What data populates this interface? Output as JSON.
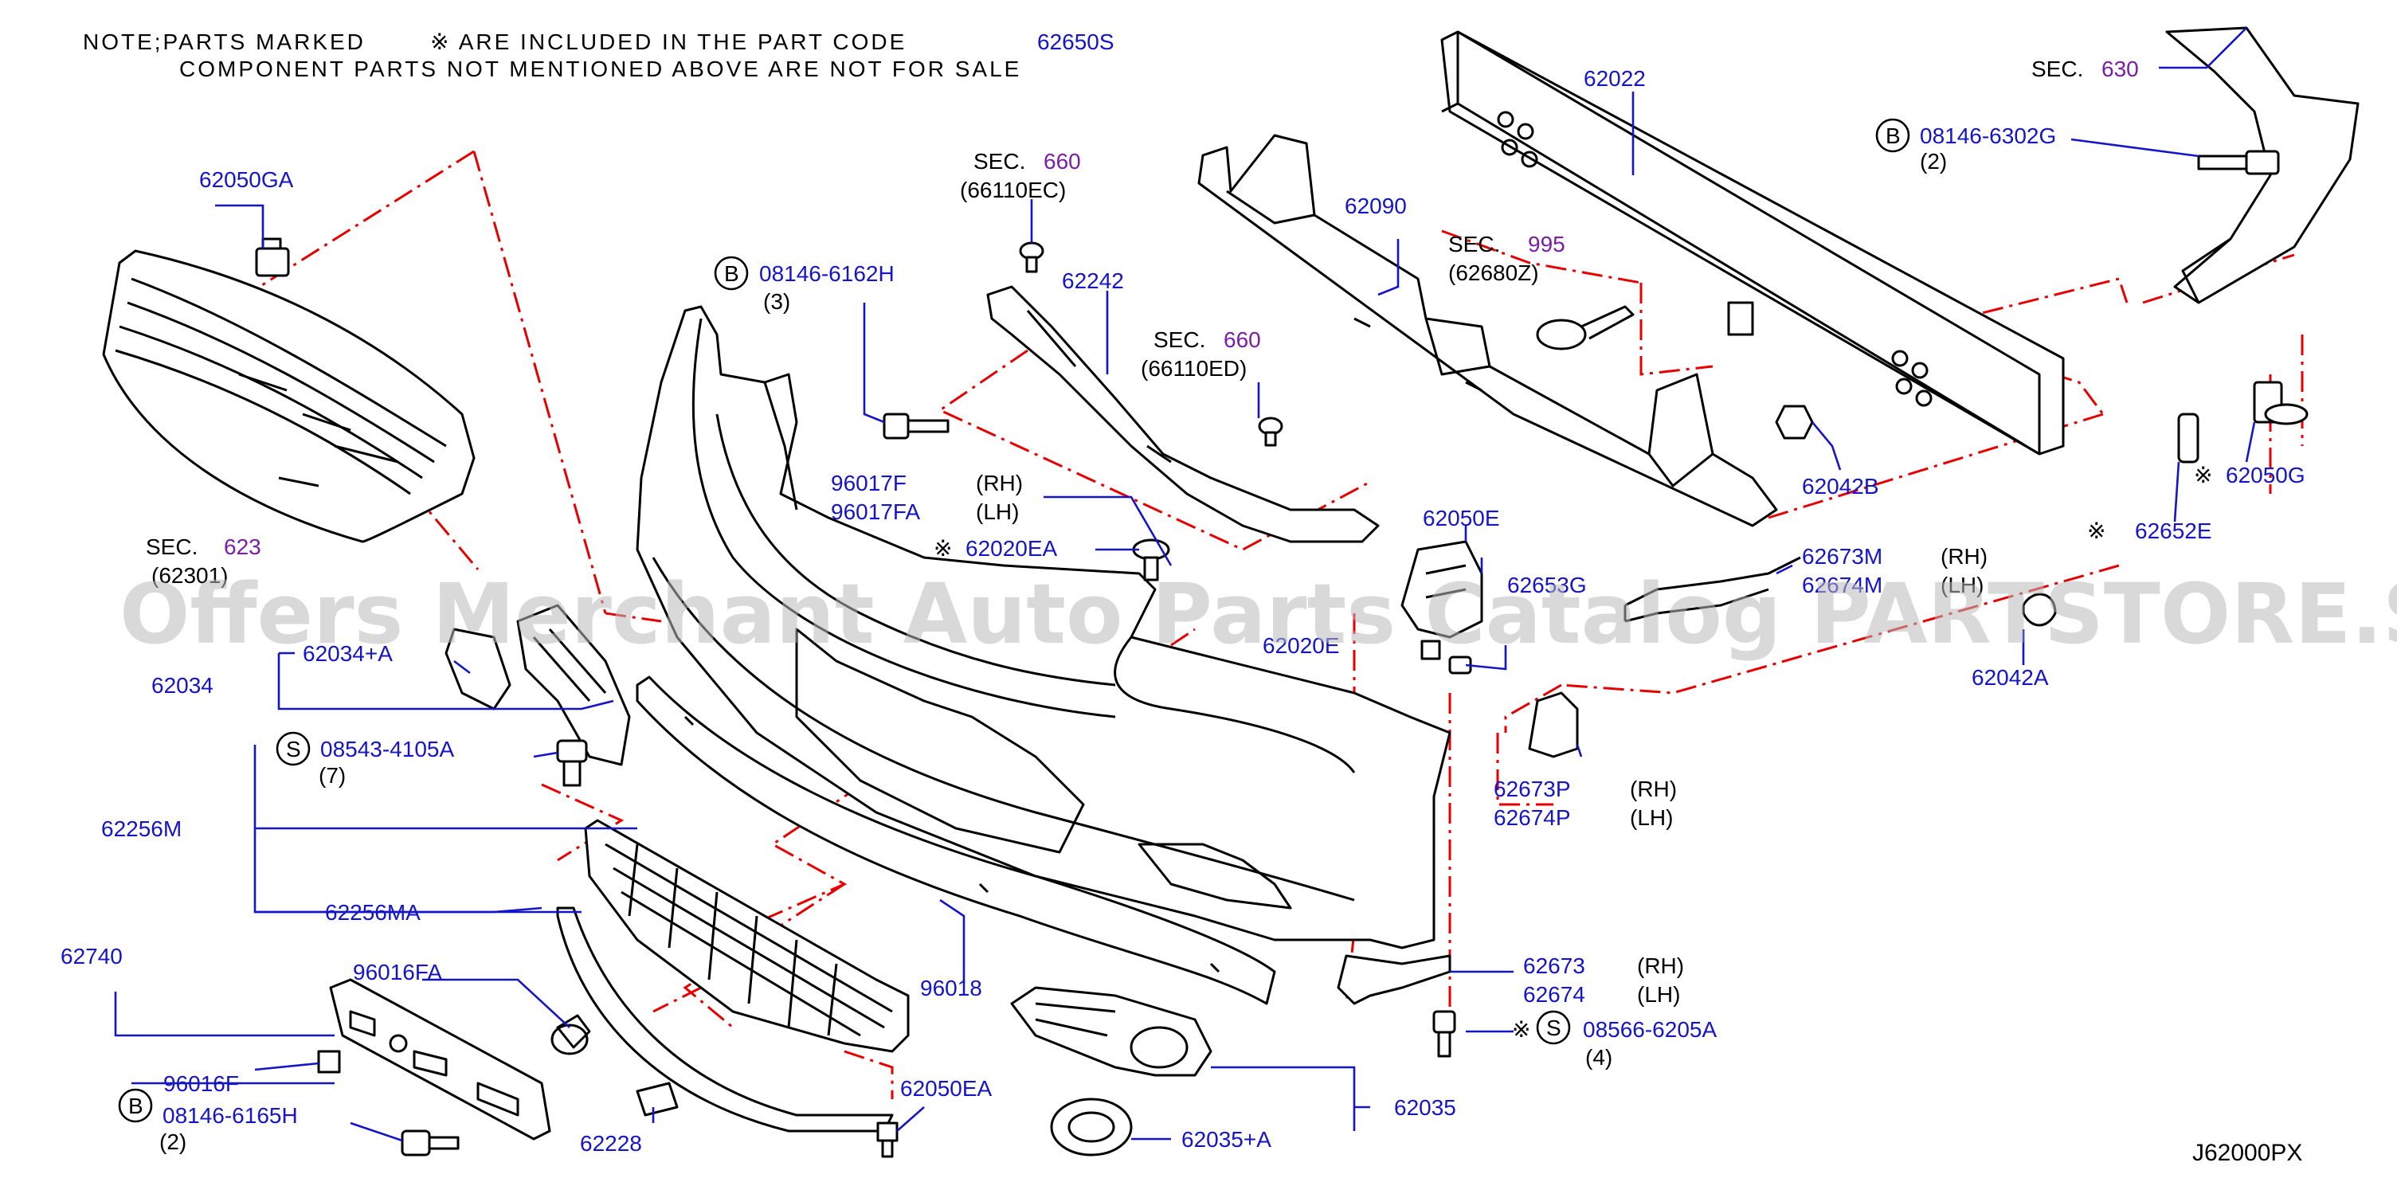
{
  "notes": {
    "line1_a": "NOTE;PARTS  MARKED",
    "line1_b": "※ ARE  INCLUDED  IN  THE  PART  CODE",
    "line1_code": "62650S",
    "line2": "COMPONENT  PARTS  NOT  MENTIONED  ABOVE  ARE  NOT  FOR  SALE"
  },
  "watermark": "Offers Merchant Auto Parts Catalog PARTSTORE.SA",
  "diagram_code": "J62000PX",
  "symbols": {
    "b": "B",
    "s": "S",
    "kome": "※"
  },
  "sections": {
    "sec_label": "SEC.",
    "s630": "630",
    "s660": "660",
    "s995": "995",
    "s623": "623",
    "ref_66110EC": "(66110EC)",
    "ref_66110ED": "(66110ED)",
    "ref_62680Z": "(62680Z)",
    "ref_62301": "(62301)"
  },
  "sides": {
    "rh": "(RH)",
    "lh": "(LH)"
  },
  "qty": {
    "q2": "(2)",
    "q3": "(3)",
    "q4": "(4)",
    "q7": "(7)"
  },
  "parts": {
    "p62050GA": "62050GA",
    "p62022": "62022",
    "p08146_6302G": "08146-6302G",
    "p08146_6162H": "08146-6162H",
    "p62242": "62242",
    "p62090": "62090",
    "p96017F": "96017F",
    "p96017FA": "96017FA",
    "p62020EA": "62020EA",
    "p62050E": "62050E",
    "p62042B": "62042B",
    "p62050G": "62050G",
    "p62652E": "62652E",
    "p62673M": "62673M",
    "p62674M": "62674M",
    "p62653G": "62653G",
    "p62020E": "62020E",
    "p62042A": "62042A",
    "p62034": "62034",
    "p62034A": "62034+A",
    "p08543_4105A": "08543-4105A",
    "p62256M": "62256M",
    "p62256MA": "62256MA",
    "p62673P": "62673P",
    "p62674P": "62674P",
    "p62740": "62740",
    "p96016FA": "96016FA",
    "p96016F": "96016F",
    "p08146_6165H": "08146-6165H",
    "p96018": "96018",
    "p62673": "62673",
    "p62674": "62674",
    "p08566_6205A": "08566-6205A",
    "p62228": "62228",
    "p62050EA": "62050EA",
    "p62035": "62035",
    "p62035A": "62035+A"
  }
}
